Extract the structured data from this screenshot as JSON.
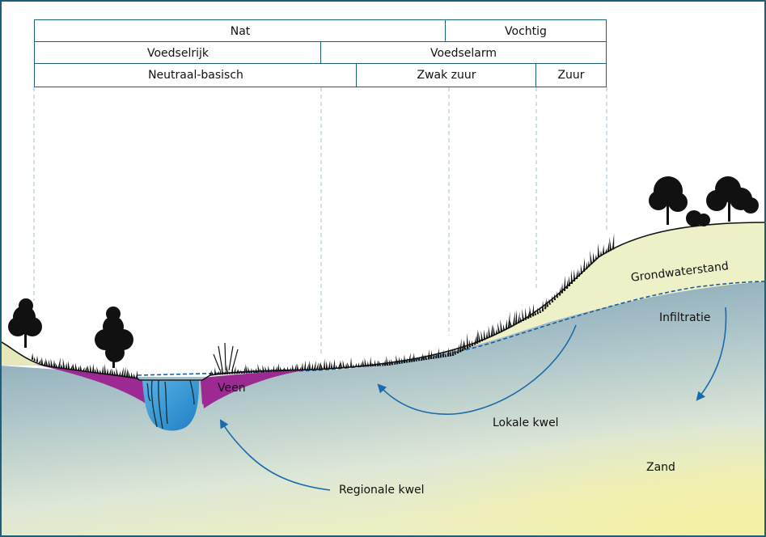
{
  "header_rows": [
    [
      "Nat",
      "Vochtig"
    ],
    [
      "Voedselrijk",
      "Voedselarm"
    ],
    [
      "Neutraal-basisch",
      "Zwak zuur",
      "Zuur"
    ]
  ],
  "labels": {
    "veen": "Veen",
    "grondwaterstand": "Grondwaterstand",
    "infiltratie": "Infiltratie",
    "lokale_kwel": "Lokale kwel",
    "regionale_kwel": "Regionale kwel",
    "zand": "Zand"
  },
  "colors": {
    "frame": "#1d5f78",
    "water_deep": "#6e94a8",
    "water_light": "#dfe8d8",
    "sand": "#f3f1b0",
    "slope_sand": "#eef0c8",
    "peat": "#9c2a92",
    "pond": "#2a8ed6",
    "arrow": "#1a6aae",
    "vegetation": "#111111"
  }
}
